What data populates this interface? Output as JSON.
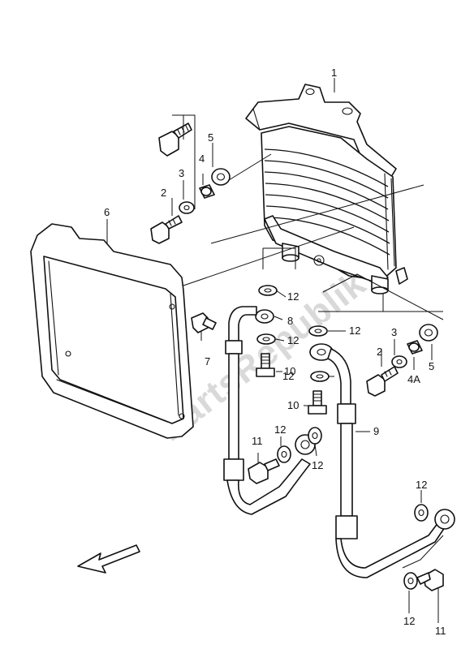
{
  "watermark": "PartsRepublik",
  "callouts": {
    "c1": "1",
    "c2a": "2",
    "c3a": "3",
    "c4": "4",
    "c5a": "5",
    "c6": "6",
    "c7": "7",
    "c8": "8",
    "c12a": "12",
    "c12b": "12",
    "c10a": "10",
    "c12c": "12",
    "c10b": "10",
    "c12d": "12",
    "c2b": "2",
    "c3b": "3",
    "c4A": "4A",
    "c5b": "5",
    "c9": "9",
    "c11a": "11",
    "c12e": "12",
    "c12f": "12",
    "c12g": "12",
    "c12h": "12",
    "c11b": "11"
  }
}
